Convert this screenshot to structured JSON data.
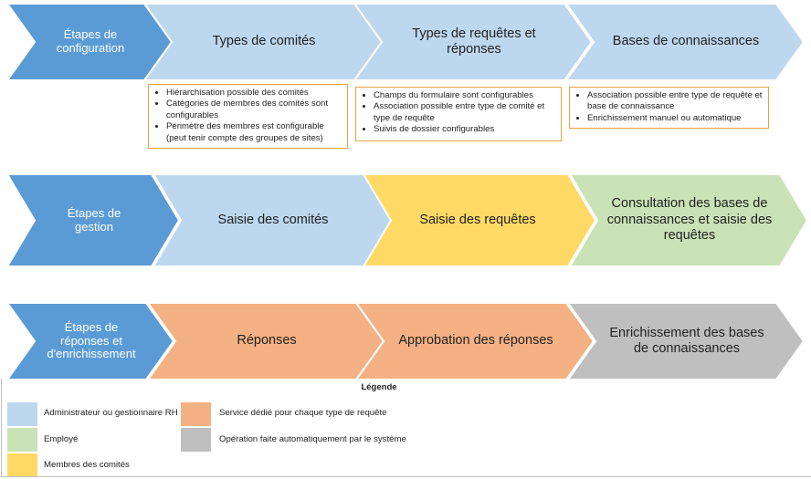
{
  "colors": {
    "stage_blue": "#5b9bd5",
    "admin_blue": "#bdd7ee",
    "employee_green": "#c9e2b6",
    "committee_yellow": "#ffd966",
    "service_orange": "#f4b183",
    "system_gray": "#bfbfbf",
    "note_border": "#e8a33d"
  },
  "rows": [
    {
      "stage": "Étapes de\nconfiguration",
      "steps": [
        {
          "label": "Types de comités",
          "role": "admin"
        },
        {
          "label": "Types de requêtes et\nréponses",
          "role": "admin"
        },
        {
          "label": "Bases de connaissances",
          "role": "admin"
        }
      ]
    },
    {
      "stage": "Étapes de\ngestion",
      "steps": [
        {
          "label": "Saisie des comités",
          "role": "admin"
        },
        {
          "label": "Saisie des requêtes",
          "role": "committee"
        },
        {
          "label": "Consultation des bases de\nconnaissances et saisie des\nrequêtes",
          "role": "employee"
        }
      ]
    },
    {
      "stage": "Étapes de\nréponses et\nd'enrichissement",
      "steps": [
        {
          "label": "Réponses",
          "role": "service"
        },
        {
          "label": "Approbation des réponses",
          "role": "service"
        },
        {
          "label": "Enrichissement des bases\nde connaissances",
          "role": "system"
        }
      ]
    }
  ],
  "notes": [
    [
      "Hiérarchisation possible des comités",
      "Catégories de membres des comités sont configurables",
      "Périmètre des membres est configurable (peut tenir compte des groupes de sites)"
    ],
    [
      "Champs du formulaire sont configurables",
      "Association possible entre type de comité et type de requête",
      "Suivis de dossier configurables"
    ],
    [
      "Association possible entre type de requête et base de connaissance",
      "Enrichissement manuel ou automatique"
    ]
  ],
  "legend": {
    "title": "Légende",
    "items": [
      {
        "label": "Administrateur ou gestionnaire RH",
        "role": "admin"
      },
      {
        "label": "Employé",
        "role": "employee"
      },
      {
        "label": "Membres des comités",
        "role": "committee"
      },
      {
        "label": "Service dédié pour chaque type de requête",
        "role": "service"
      },
      {
        "label": "Opération faite automatiquement par le système",
        "role": "system"
      }
    ]
  }
}
